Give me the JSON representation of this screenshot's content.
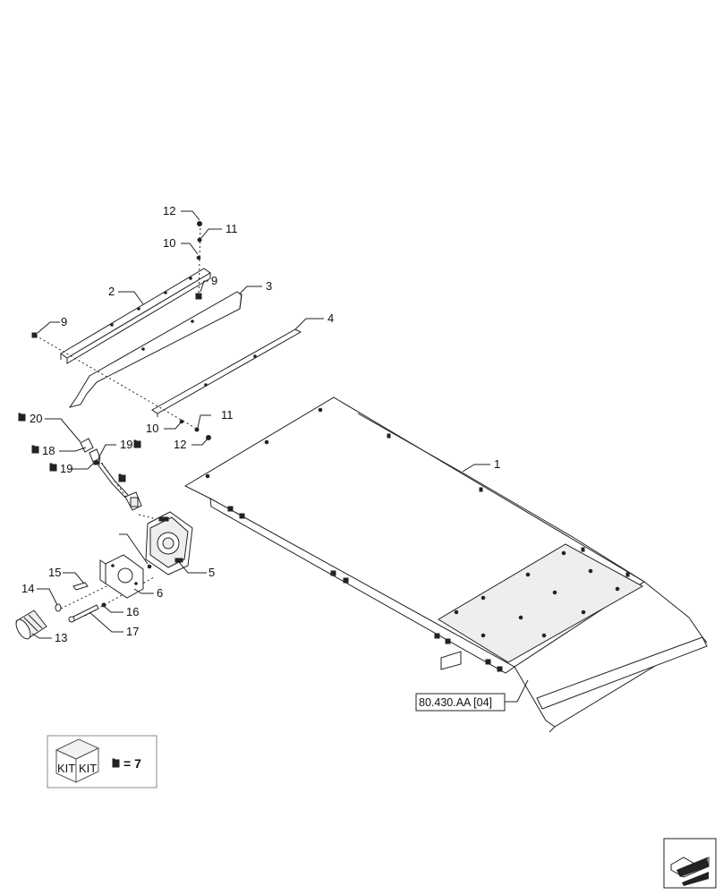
{
  "callouts": {
    "c1": "1",
    "c2": "2",
    "c3": "3",
    "c4": "4",
    "c5": "5",
    "c6": "6",
    "c9a": "9",
    "c9b": "9",
    "c10a": "10",
    "c10b": "10",
    "c11a": "11",
    "c11b": "11",
    "c12a": "12",
    "c12b": "12",
    "c13": "13",
    "c14": "14",
    "c15": "15",
    "c16": "16",
    "c17": "17",
    "c18": "18",
    "c19a": "19",
    "c19b": "19",
    "c20": "20"
  },
  "reference": "80.430.AA [04]",
  "kit_legend": {
    "kit_text_left": "KIT",
    "kit_text_right": "KIT",
    "equals_text": "= 7"
  },
  "icons": {
    "kit_marker": "kit-marker-icon",
    "nav_arrow": "navigation-arrow-icon"
  }
}
